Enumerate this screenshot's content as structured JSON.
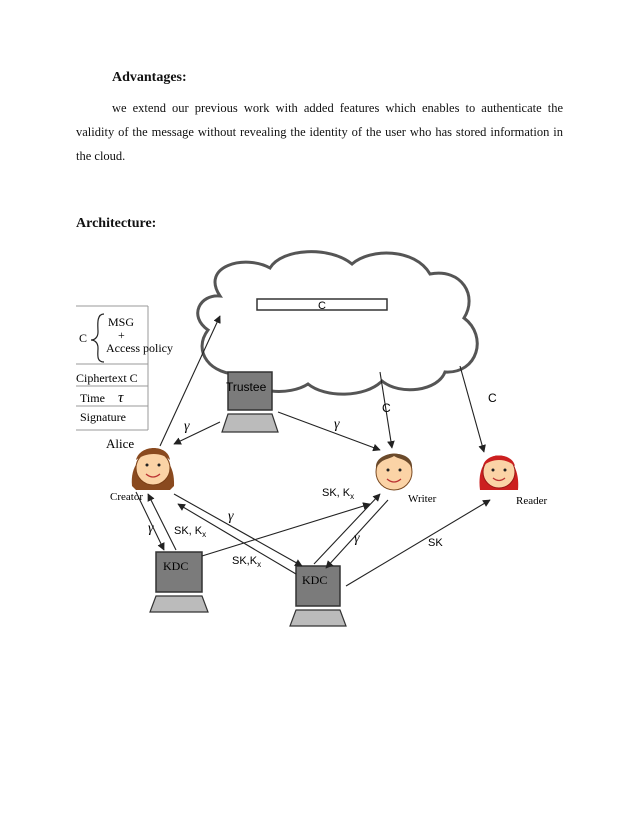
{
  "advantages": {
    "heading": "Advantages:",
    "text": "we extend our previous work with added features which enables to authenticate the validity of the message without revealing the identity of the user who has stored information in the cloud."
  },
  "architecture": {
    "heading": "Architecture:",
    "diagram": {
      "cloud_label": "C",
      "legend": {
        "c_brace": "C",
        "msg": "MSG",
        "plus": "+",
        "policy": "Access policy",
        "ciphertext": "Ciphertext C",
        "time": "Time",
        "time_symbol": "τ",
        "signature": "Signature"
      },
      "nodes": {
        "alice": "Alice",
        "creator": "Creator",
        "writer": "Writer",
        "reader": "Reader",
        "trustee": "Trustee",
        "kdc_left": "KDC",
        "kdc_right": "KDC"
      },
      "edge_labels": {
        "gamma": "γ",
        "c": "C",
        "sk_kx": "SK, K",
        "sk_kx_nospace": "SK,K",
        "sub_x": "x",
        "sk": "SK"
      }
    }
  }
}
